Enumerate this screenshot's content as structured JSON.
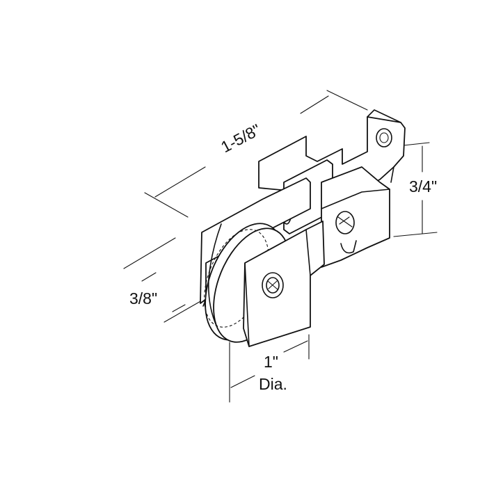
{
  "dimensions": {
    "length": "1-5/8\"",
    "height": "3/4\"",
    "offset": "3/8\"",
    "wheel_diameter": "1\"",
    "wheel_diameter_note": "Dia."
  },
  "colors": {
    "line": "#111111",
    "background": "#ffffff"
  }
}
